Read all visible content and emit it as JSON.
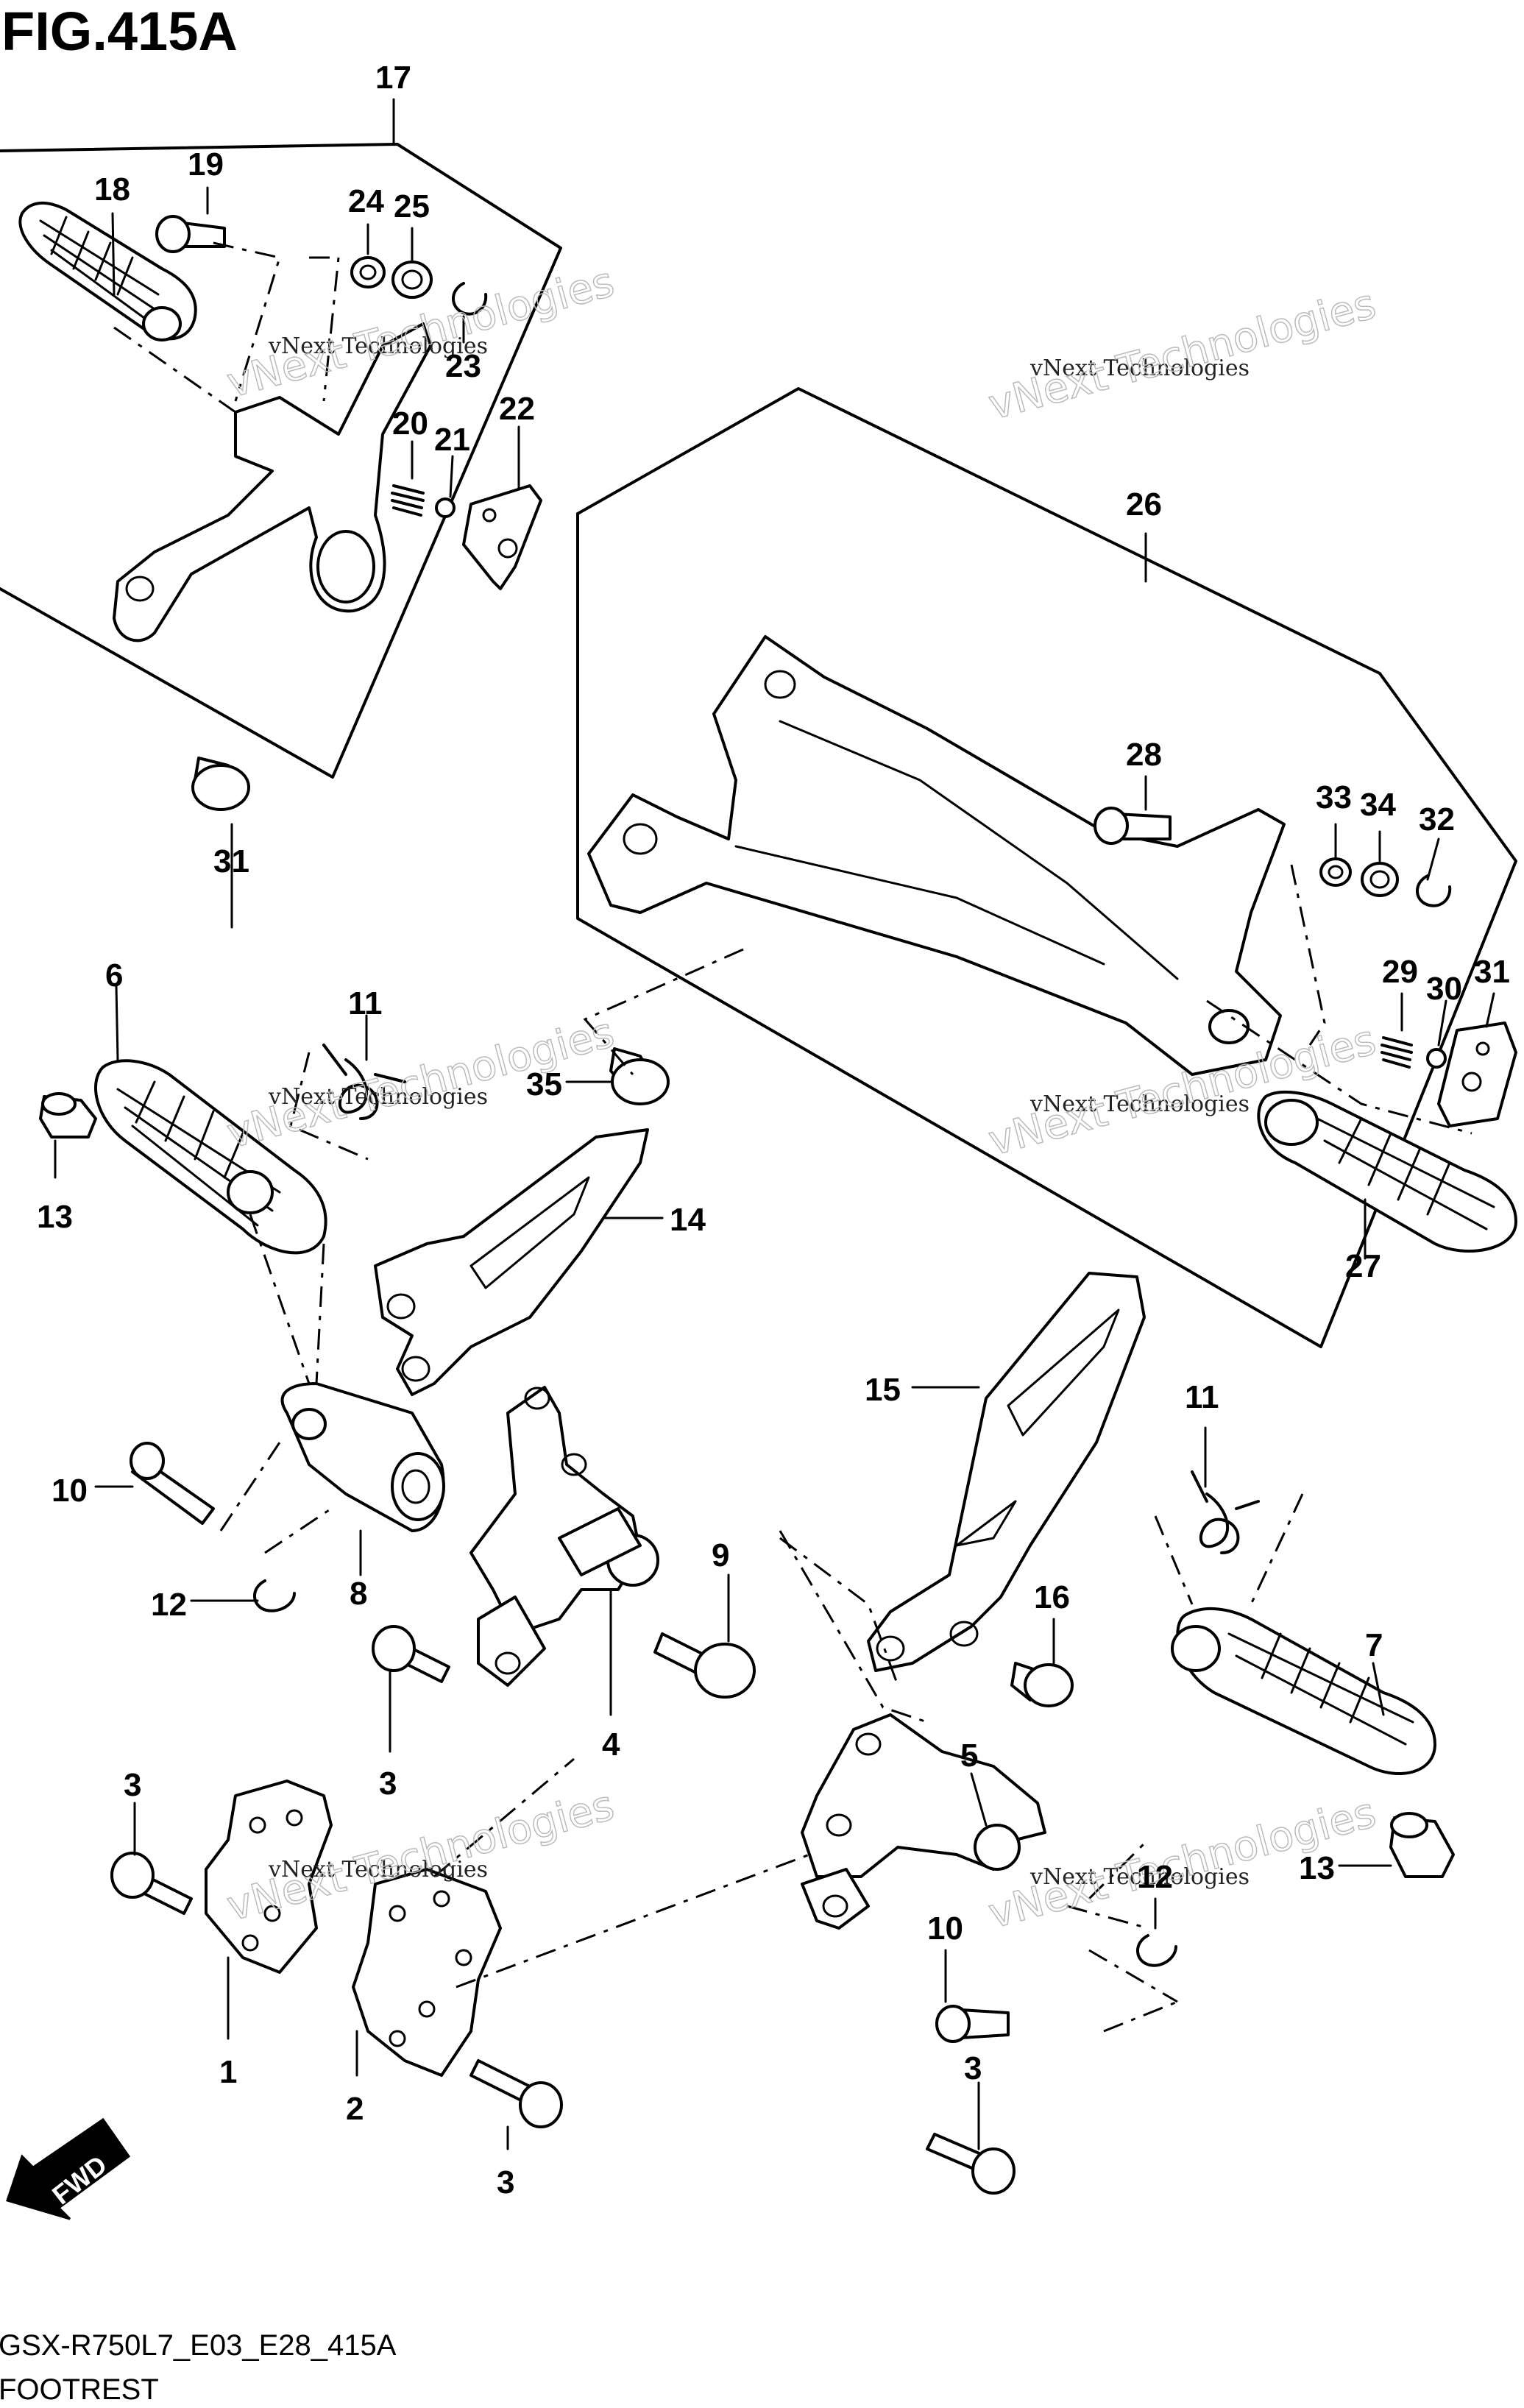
{
  "figure": {
    "title": "FIG.415A",
    "code": "GSX-R750L7_E03_E28_415A",
    "name": "FOOTREST"
  },
  "direction_arrow": "FWD",
  "watermarks": [
    {
      "small": "vNext Technologies",
      "big": "vNext Technologies"
    }
  ],
  "callouts": {
    "c1": "1",
    "c2": "2",
    "c3a": "3",
    "c3b": "3",
    "c3c": "3",
    "c3d": "3",
    "c4": "4",
    "c5": "5",
    "c6": "6",
    "c7": "7",
    "c8": "8",
    "c9": "9",
    "c10a": "10",
    "c10b": "10",
    "c11a": "11",
    "c11b": "11",
    "c12a": "12",
    "c12b": "12",
    "c13a": "13",
    "c13b": "13",
    "c14": "14",
    "c15": "15",
    "c16": "16",
    "c17": "17",
    "c18": "18",
    "c19": "19",
    "c20": "20",
    "c21": "21",
    "c22": "22",
    "c23": "23",
    "c24": "24",
    "c25": "25",
    "c26": "26",
    "c27": "27",
    "c28": "28",
    "c29": "29",
    "c30": "30",
    "c31a": "31",
    "c31b": "31",
    "c32": "32",
    "c33": "33",
    "c34": "34",
    "c35": "35"
  }
}
